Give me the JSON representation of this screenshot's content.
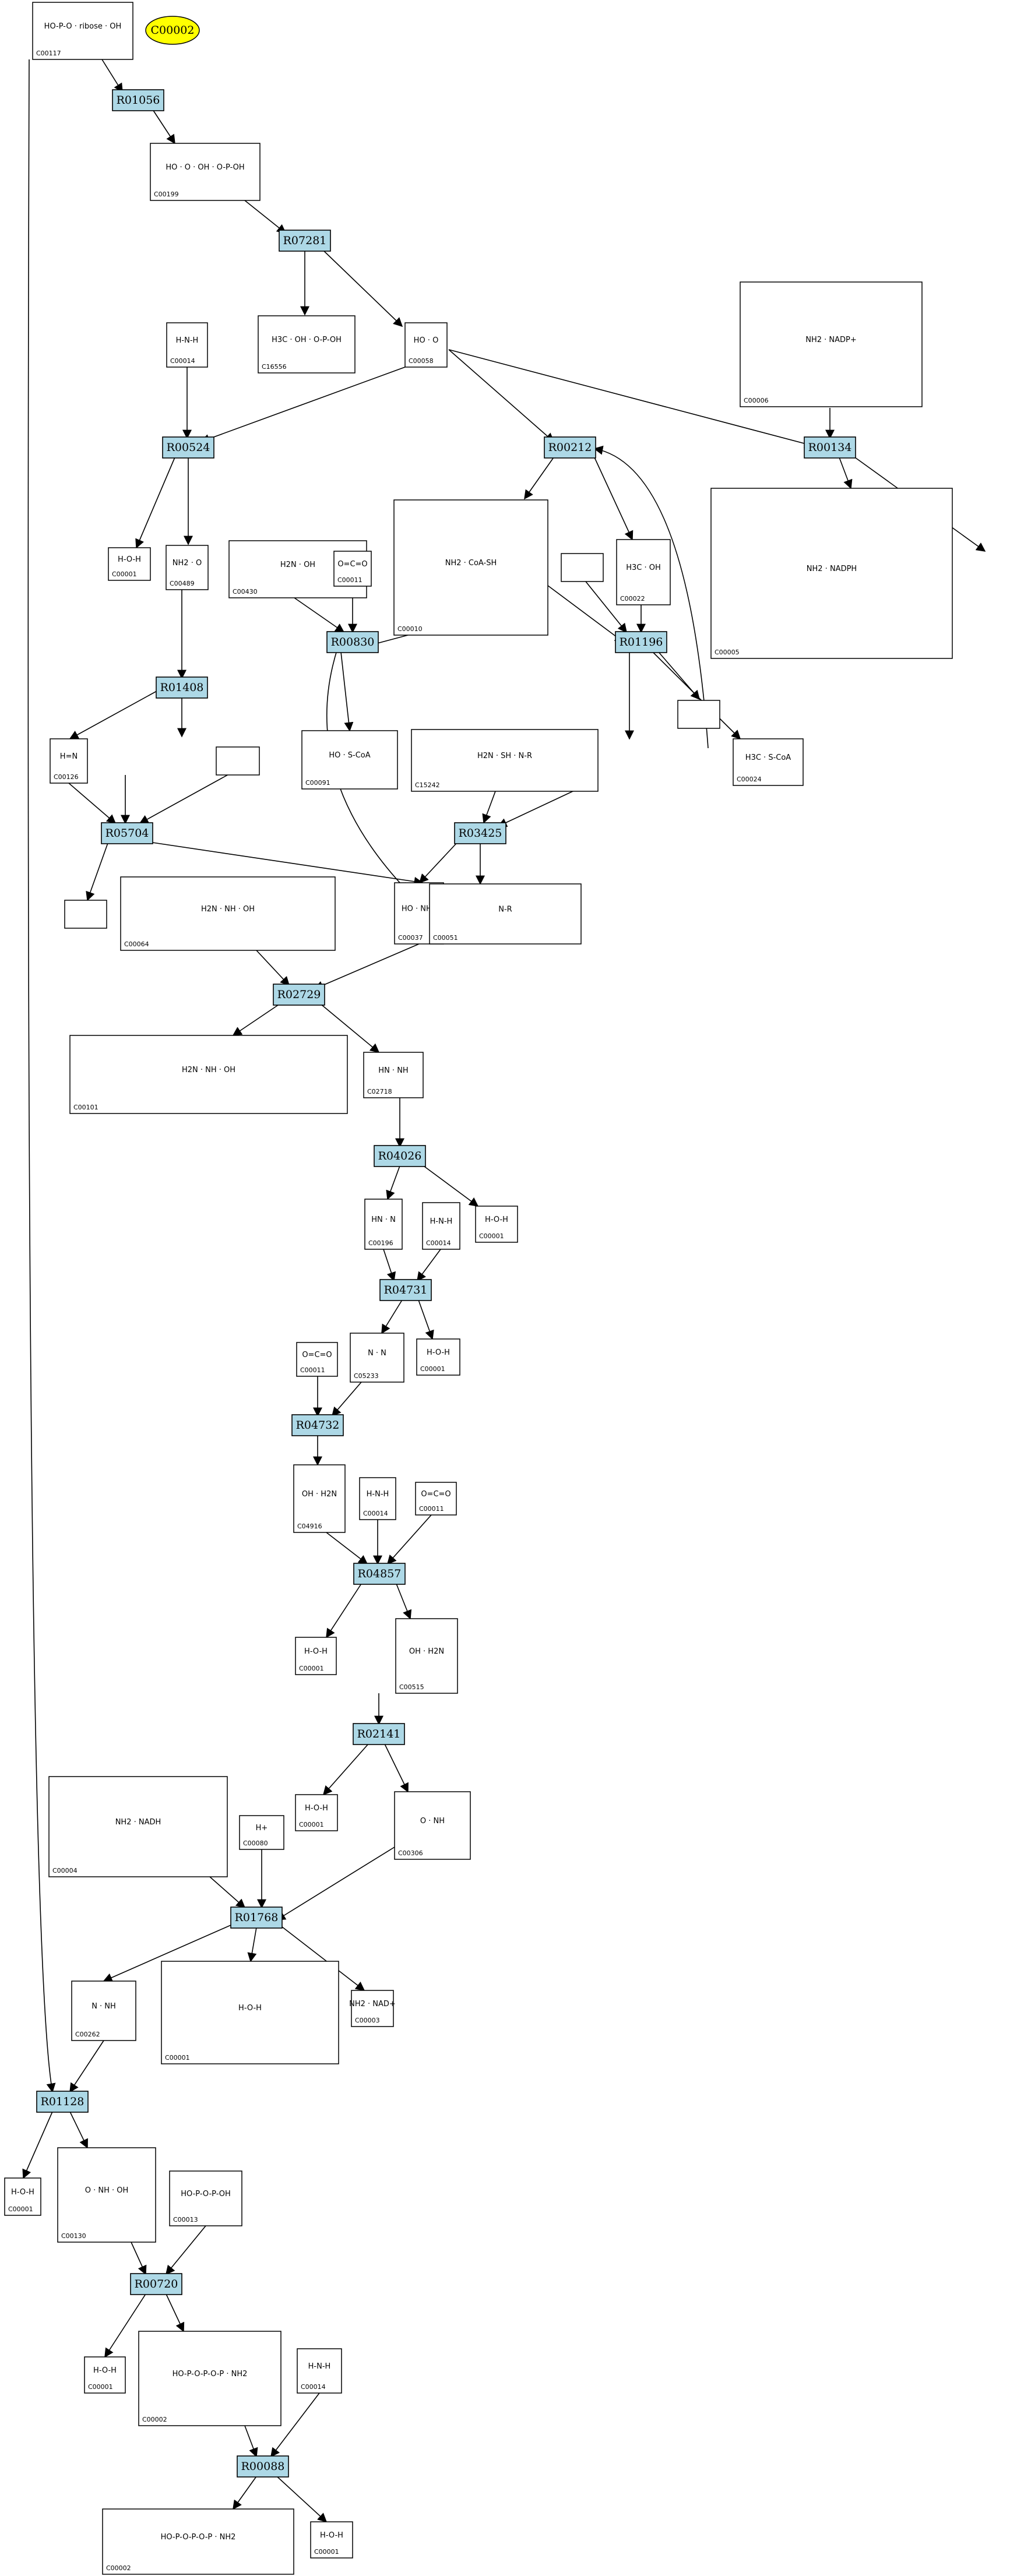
{
  "seed": {
    "label": "C00002"
  },
  "reactions": [
    {
      "id": "R01056"
    },
    {
      "id": "R07281"
    },
    {
      "id": "R00524"
    },
    {
      "id": "R00212"
    },
    {
      "id": "R00134"
    },
    {
      "id": "R00830"
    },
    {
      "id": "R01196"
    },
    {
      "id": "R01408"
    },
    {
      "id": "R05704"
    },
    {
      "id": "R03425"
    },
    {
      "id": "R02729"
    },
    {
      "id": "R04026"
    },
    {
      "id": "R04731"
    },
    {
      "id": "R04732"
    },
    {
      "id": "R04857"
    },
    {
      "id": "R02141"
    },
    {
      "id": "R01768"
    },
    {
      "id": "R01128"
    },
    {
      "id": "R00720"
    },
    {
      "id": "R00088"
    }
  ],
  "compounds": [
    {
      "id": "C00117",
      "formula": "HO-P-O · ribose · OH"
    },
    {
      "id": "C00199",
      "formula": "HO · O · OH · O-P-OH"
    },
    {
      "id": "C16556",
      "formula": "H3C · OH · O-P-OH"
    },
    {
      "id": "C00014",
      "formula": "H-N-H"
    },
    {
      "id": "C00058",
      "formula": "HO · O"
    },
    {
      "id": "C00006",
      "formula": "NH2 · NADP+"
    },
    {
      "id": "C00001",
      "formula": "H-O-H"
    },
    {
      "id": "C00489",
      "formula": "NH2 · O"
    },
    {
      "id": "C00430",
      "formula": "H2N · OH"
    },
    {
      "id": "C00011",
      "formula": "O=C=O"
    },
    {
      "id": "C00010",
      "formula": "NH2 · CoA-SH"
    },
    {
      "id": "C00022",
      "formula": "H3C · OH"
    },
    {
      "id": "C00005",
      "formula": "NH2 · NADPH"
    },
    {
      "id": "C00126",
      "formula": "H=N"
    },
    {
      "id": "C00091",
      "formula": "HO · S-CoA"
    },
    {
      "id": "C15242",
      "formula": "H2N · SH · N-R"
    },
    {
      "id": "C00024",
      "formula": "H3C · S-CoA"
    },
    {
      "id": "C00064",
      "formula": "H2N · NH · OH"
    },
    {
      "id": "C00037",
      "formula": "HO · NH2"
    },
    {
      "id": "C00051",
      "formula": "N-R"
    },
    {
      "id": "C00101",
      "formula": "H2N · NH · OH"
    },
    {
      "id": "C02718",
      "formula": "HN · NH"
    },
    {
      "id": "C00196",
      "formula": "HN · N"
    },
    {
      "id": "C05233",
      "formula": "N · N"
    },
    {
      "id": "C00011",
      "formula": "O=C=O"
    },
    {
      "id": "C04916",
      "formula": "OH · H2N"
    },
    {
      "id": "C00515",
      "formula": "OH · H2N"
    },
    {
      "id": "C00306",
      "formula": "O · NH"
    },
    {
      "id": "C00004",
      "formula": "NH2 · NADH"
    },
    {
      "id": "C00080",
      "formula": "H+"
    },
    {
      "id": "C00262",
      "formula": "N · NH"
    },
    {
      "id": "C00003",
      "formula": "NH2 · NAD+"
    },
    {
      "id": "C00130",
      "formula": "O · NH · OH"
    },
    {
      "id": "C00013",
      "formula": "HO-P-O-P-OH"
    },
    {
      "id": "C00002",
      "formula": "HO-P-O-P-O-P · NH2"
    }
  ]
}
